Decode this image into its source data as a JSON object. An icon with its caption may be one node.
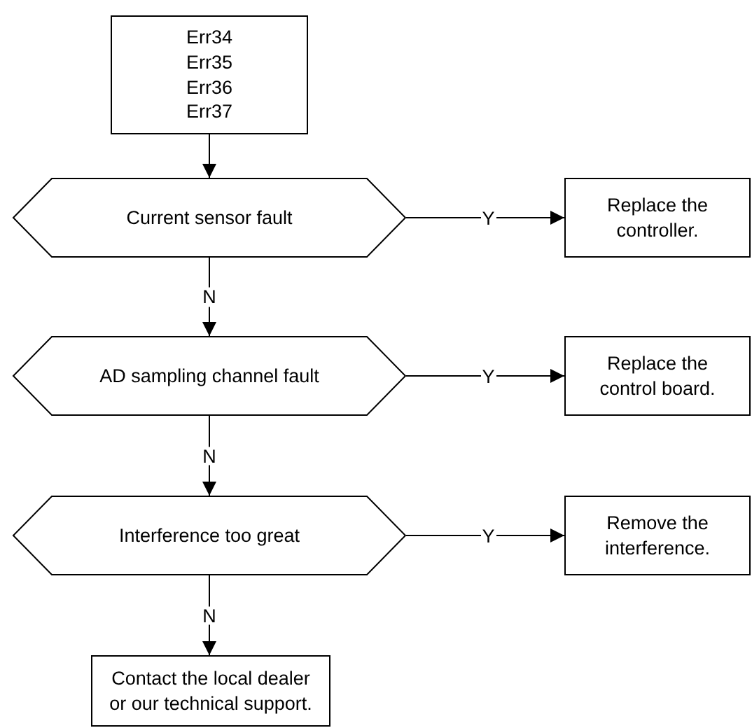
{
  "diagram": {
    "nodes": [
      {
        "text": [
          "Err34",
          "Err35",
          "Err36",
          "Err37"
        ]
      },
      {
        "text": [
          "Current sensor fault"
        ]
      },
      {
        "text": [
          "Replace the controller."
        ]
      },
      {
        "text": [
          "AD sampling channel fault"
        ]
      },
      {
        "text": [
          "Replace the control board."
        ]
      },
      {
        "text": [
          "Interference too great"
        ]
      },
      {
        "text": [
          "Remove the interference."
        ]
      },
      {
        "text": [
          "Contact the local dealer or our technical support."
        ]
      }
    ],
    "edges": [
      {
        "from": 0,
        "to": 1,
        "arrow": "to"
      },
      {
        "from": 1,
        "to": 2,
        "arrow": "to",
        "label": "Y"
      },
      {
        "from": 1,
        "to": 3,
        "arrow": "to",
        "label": "N"
      },
      {
        "from": 3,
        "to": 4,
        "arrow": "to",
        "label": "Y"
      },
      {
        "from": 3,
        "to": 5,
        "arrow": "to",
        "label": "N"
      },
      {
        "from": 5,
        "to": 6,
        "arrow": "to",
        "label": "Y"
      },
      {
        "from": 5,
        "to": 7,
        "arrow": "to",
        "label": "N"
      }
    ]
  }
}
